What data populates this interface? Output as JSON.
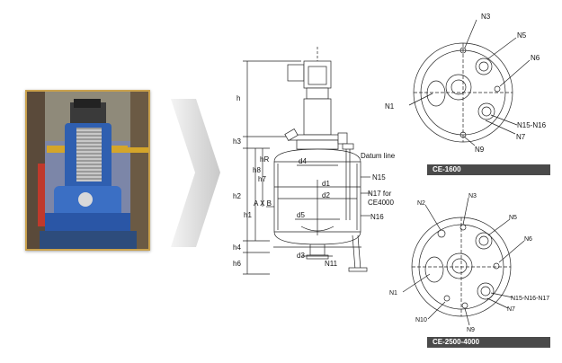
{
  "photo": {
    "icon": "reactor-photo"
  },
  "vessel": {
    "labels": {
      "h": "h",
      "h3": "h3",
      "h2": "h2",
      "h1": "h1",
      "h4": "h4",
      "h6": "h6",
      "hR": "hR",
      "h8": "h8",
      "h7": "h7",
      "axb": "A X B",
      "d4": "d4",
      "d1": "d1",
      "d2": "d2",
      "d5": "d5",
      "d3": "d3",
      "datum": "Datum line",
      "n15": "N15",
      "n17": "N17 for",
      "n17b": "CE4000",
      "n16": "N16",
      "n11": "N11"
    }
  },
  "top1": {
    "caption": "CE-1600",
    "labels": {
      "n3": "N3",
      "n5": "N5",
      "n6": "N6",
      "n1": "N1",
      "n1516": "N15-N16",
      "n7": "N7",
      "n9": "N9"
    }
  },
  "top2": {
    "caption": "CE-2500-4000",
    "labels": {
      "n2": "N2",
      "n3": "N3",
      "n5": "N5",
      "n6": "N6",
      "n1": "N1",
      "n151617": "N15-N16-N17",
      "n7": "N7",
      "n10": "N10",
      "n9": "N9"
    }
  }
}
